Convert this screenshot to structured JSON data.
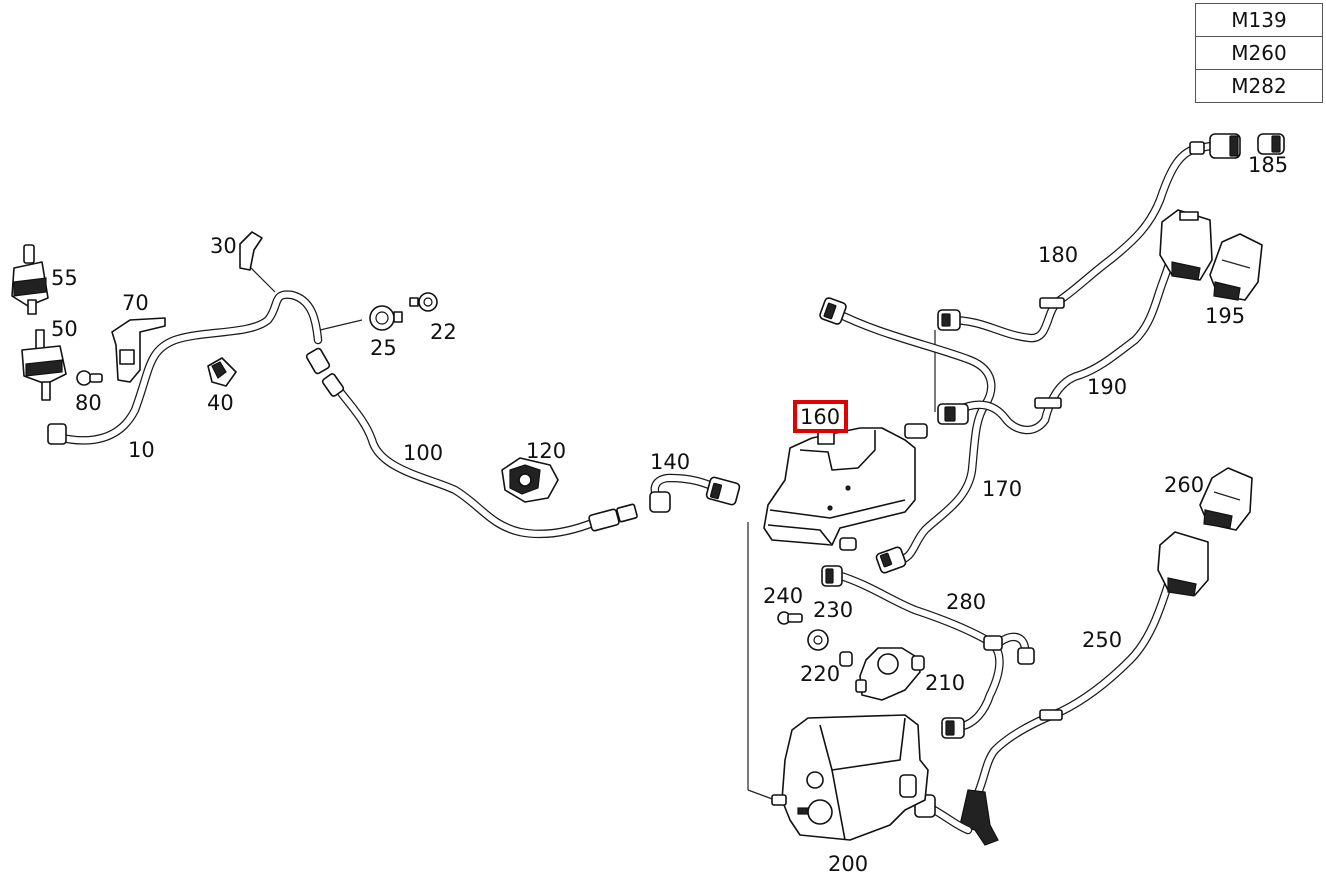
{
  "engine_codes": [
    "M139",
    "M260",
    "M282"
  ],
  "highlighted_part": "160",
  "highlight_color": "#e00000",
  "labels": {
    "p10": "10",
    "p22": "22",
    "p25": "25",
    "p30": "30",
    "p40": "40",
    "p50": "50",
    "p55": "55",
    "p70": "70",
    "p80": "80",
    "p100": "100",
    "p120": "120",
    "p140": "140",
    "p160": "160",
    "p170": "170",
    "p180": "180",
    "p185": "185",
    "p190": "190",
    "p195": "195",
    "p200": "200",
    "p210": "210",
    "p220": "220",
    "p230": "230",
    "p240": "240",
    "p250": "250",
    "p260": "260",
    "p280": "280"
  }
}
